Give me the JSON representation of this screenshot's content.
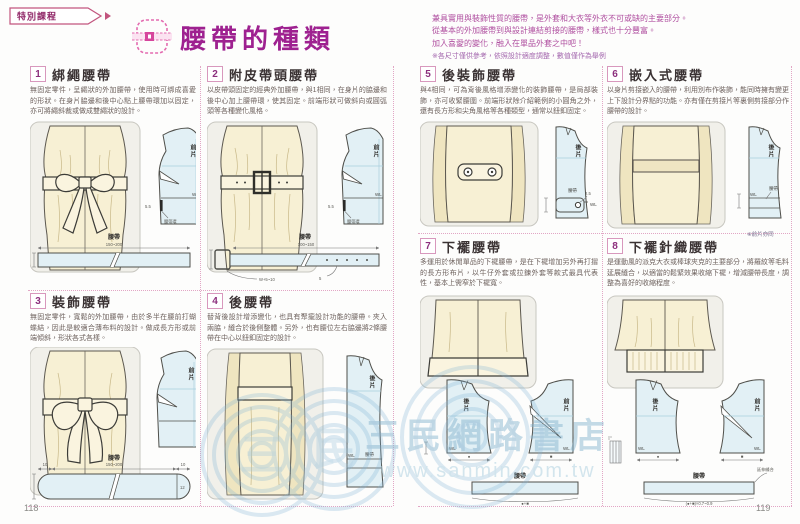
{
  "header": {
    "tag": "特別課程",
    "title": "腰帶的種類",
    "intro_line1": "兼具實用與裝飾性質的腰帶，是外套和大衣等外衣不可或缺的主要部分。",
    "intro_line2": "從基本的外加腰帶到與設計連結剪接的腰帶，樣式也十分豐富。",
    "intro_line3": "加入喜愛的變化，融入在單品外套之中吧！",
    "intro_note": "※各尺寸僅供參考，依照設計適度調整，數值僅作為舉例"
  },
  "labels": {
    "front": "前片",
    "back": "後片",
    "belt": "腰帶",
    "belt_loop": "腰帶環",
    "wl": "WL"
  },
  "sections": {
    "s1": {
      "num": "1",
      "title": "綁繩腰帶",
      "desc": "無固定零件，呈繩狀的外加腰帶，使用時可綁成喜愛的形狀。在身片脇邊和後中心點上腰帶環加以固定，亦可將繩斜裁或做成雙繩狀的設計。",
      "belt_len": "150~200",
      "loop_w": "5.5"
    },
    "s2": {
      "num": "2",
      "title": "附皮帶頭腰帶",
      "desc": "以皮帶頭固定的經典外加腰帶，與1相同，在身片的脇邊和後中心加上腰帶環，使其固定。前端形狀可做斜向或圓弧頭等各種變化風格。",
      "belt_len": "100~150",
      "buckle": "W+5~10",
      "holes": "5",
      "loop_w": "5.5"
    },
    "s3": {
      "num": "3",
      "title": "裝飾腰帶",
      "desc": "無固定零件，寬鬆的外加腰帶，由於多半在腰前打蝴蝶結，因此是較適合薄布料的設計。做成長方形或前端傾斜，形狀各式各樣。",
      "belt_len": "150~200",
      "end_l": "10",
      "end_r": "10",
      "width": "12"
    },
    "s4": {
      "num": "4",
      "title": "後腰帶",
      "desc": "替背後設計增添變化，也具有聚攏設計功能的腰帶。夾入兩脇，縫合於後側整體。另外，也有腰位左右脇邊將2條腰帶在中心以鈕釦固定的設計。"
    },
    "s5": {
      "num": "5",
      "title": "後裝飾腰帶",
      "desc": "與4相同，可為背後風格增添變化的裝飾腰帶，是局部裝飾，亦可收緊腰圍。前端形狀除介紹範例的小圓角之外，還有長方形和尖角風格等各種類型，通常以鈕釦固定。",
      "tab_w": "2.5"
    },
    "s6": {
      "num": "6",
      "title": "嵌入式腰帶",
      "desc": "以身片剪接嵌入的腰帶，利用別布作裝飾，能同時擁有變更上下設計分界點的功能。亦有僅在剪接片等裏側剪接部分作腰帶的設計。",
      "note": "※前片亦同"
    },
    "s7": {
      "num": "7",
      "title": "下襬腰帶",
      "desc": "多運用於休閒單品的下襬腰帶，是在下襬增加另外再打摺的長方形布片，以牛仔外套或拉鍊外套等款式最具代表性，基本上需窄於下襬寬。",
      "back_w": "●",
      "front_w": "■",
      "belt_len": "●+■"
    },
    "s8": {
      "num": "8",
      "title": "下襬針織腰帶",
      "desc": "是運動風的派克大衣或棒球夾克的主要部分，將羅紋等毛料延展縫合，以適當的鬆緊效果收縮下襬，增減腰帶長度，調整為喜好的收縮程度。",
      "stretch_note": "延伸縫合",
      "formula": "(●+■)×0.7~0.9",
      "back_w": "●",
      "front_w": "■"
    }
  },
  "watermark": {
    "store": "三民網路書店",
    "url": "www.sanmin.com.tw",
    "char1": "三",
    "char2": "民"
  },
  "footer": {
    "page_left": "118",
    "page_right": "119"
  }
}
